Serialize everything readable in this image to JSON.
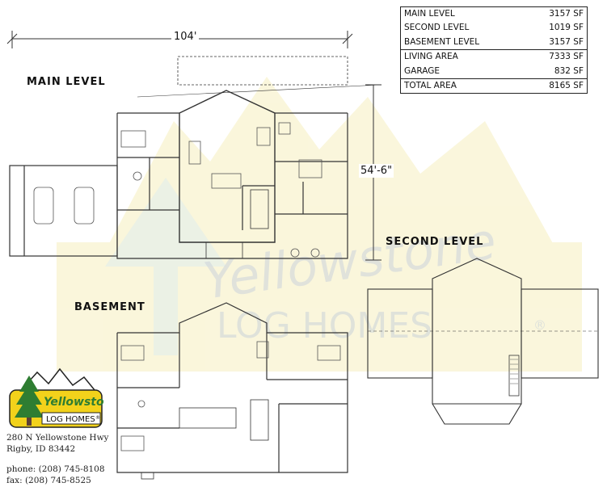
{
  "labels": {
    "main_level": "MAIN LEVEL",
    "second_level": "SECOND LEVEL",
    "basement": "BASEMENT",
    "width_dim": "104'",
    "depth_dim": "54'-6\""
  },
  "sqft_table": {
    "rows": [
      {
        "label": "MAIN LEVEL",
        "value": "3157 SF"
      },
      {
        "label": "SECOND LEVEL",
        "value": "1019 SF"
      },
      {
        "label": "BASEMENT LEVEL",
        "value": "3157 SF"
      },
      {
        "label": "LIVING AREA",
        "value": "7333 SF"
      },
      {
        "label": "GARAGE",
        "value": "832 SF"
      },
      {
        "label": "TOTAL AREA",
        "value": "8165 SF"
      }
    ]
  },
  "logo": {
    "script_text": "Yellowstone",
    "box_text": "LOG HOMES",
    "registered": "®"
  },
  "contact": {
    "address_line1": "280 N Yellowstone Hwy",
    "address_line2": "Rigby, ID 83442",
    "phone": "phone: (208) 745-8108",
    "fax": "fax: (208) 745-8525"
  },
  "watermark": {
    "script_text": "Yellowstone",
    "box_text": "LOG HOMES",
    "registered": "®"
  },
  "colors": {
    "accent_yellow": "#f3e9a2",
    "logo_green": "#2e7d32",
    "logo_yellow": "#f2d21b",
    "line": "#333333"
  }
}
